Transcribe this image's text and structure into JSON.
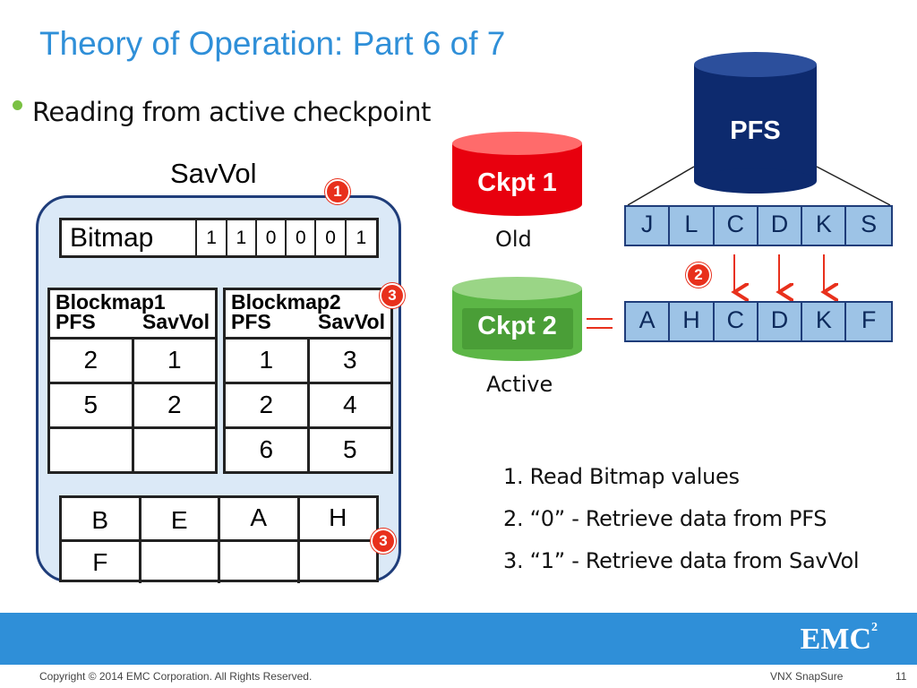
{
  "title": "Theory of Operation: Part 6 of 7",
  "bullet": "Reading from active checkpoint",
  "savvol": {
    "label": "SavVol",
    "bitmap": {
      "label": "Bitmap",
      "values": [
        "1",
        "1",
        "0",
        "0",
        "0",
        "1"
      ]
    },
    "blockmap1": {
      "title": "Blockmap1",
      "col_pfs": "PFS",
      "col_savvol": "SavVol",
      "rows": [
        [
          "2",
          "1"
        ],
        [
          "5",
          "2"
        ],
        [
          "",
          ""
        ]
      ]
    },
    "blockmap2": {
      "title": "Blockmap2",
      "col_pfs": "PFS",
      "col_savvol": "SavVol",
      "rows": [
        [
          "1",
          "3"
        ],
        [
          "2",
          "4"
        ],
        [
          "6",
          "5"
        ]
      ]
    },
    "data_blocks": [
      [
        "B",
        "E",
        "A",
        "H"
      ],
      [
        "F",
        "",
        "",
        ""
      ]
    ]
  },
  "badges": {
    "b1": "1",
    "b2": "2",
    "b3": "3"
  },
  "pfs": {
    "label": "PFS",
    "blocks": [
      "J",
      "L",
      "C",
      "D",
      "K",
      "S"
    ]
  },
  "ckpt1": {
    "label": "Ckpt 1",
    "caption": "Old"
  },
  "ckpt2": {
    "label": "Ckpt 2",
    "caption": "Active",
    "blocks": [
      "A",
      "H",
      "C",
      "D",
      "K",
      "F"
    ]
  },
  "steps": [
    "1. Read Bitmap values",
    "2. “0” - Retrieve data from PFS",
    "3. “1” - Retrieve data from SavVol"
  ],
  "footer": {
    "logo": "EMC",
    "logo_sup": "2",
    "copyright": "Copyright © 2014 EMC Corporation. All Rights Reserved.",
    "product": "VNX SnapSure",
    "page": "11"
  },
  "colors": {
    "title": "#2f8fd8",
    "pfs_cylinder": "#0d2a6e",
    "ckpt1_cylinder": "#e8000e",
    "ckpt2_cylinder": "#5cb646",
    "block_fill": "#9dc3e6",
    "badge": "#e8301c",
    "arrow": "#e8301c",
    "footer_band": "#2f8fd8"
  }
}
